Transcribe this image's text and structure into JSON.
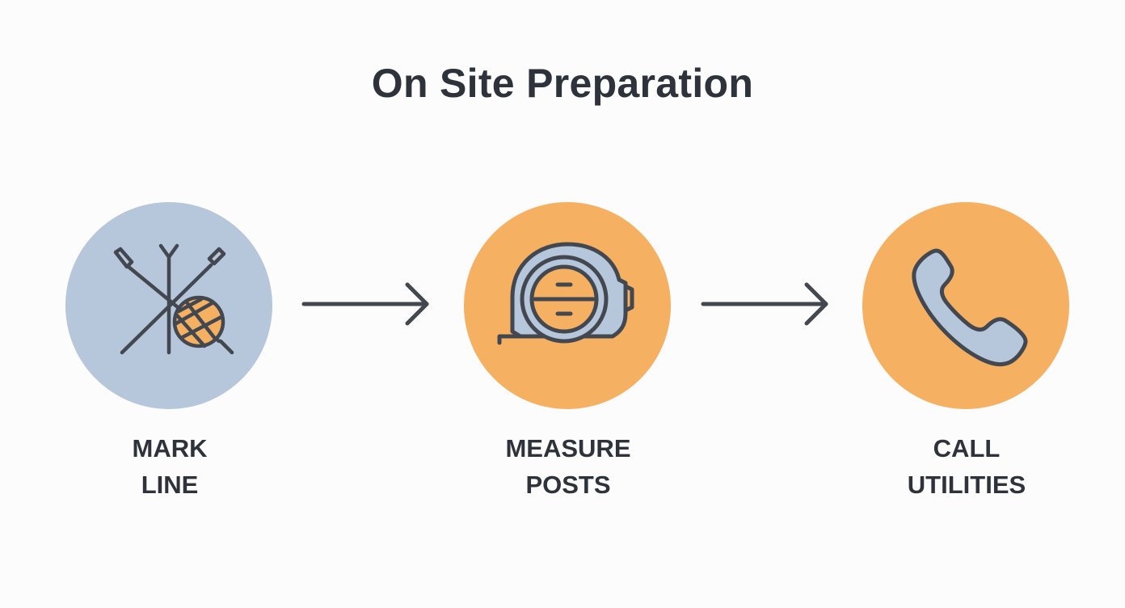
{
  "title": "On Site Preparation",
  "colors": {
    "text": "#2e333b",
    "blue_circle": "#b6c6db",
    "orange_circle": "#f6b061",
    "icon_stroke": "#434850",
    "icon_fill_blue": "#b6c6db",
    "icon_fill_orange": "#f6b061"
  },
  "steps": [
    {
      "icon": "stakes-and-string-icon",
      "circle_color": "blue",
      "label_line1": "MARK",
      "label_line2": "LINE"
    },
    {
      "icon": "tape-measure-icon",
      "circle_color": "orange",
      "label_line1": "MEASURE",
      "label_line2": "POSTS"
    },
    {
      "icon": "phone-icon",
      "circle_color": "orange",
      "label_line1": "CALL",
      "label_line2": "UTILITIES"
    }
  ],
  "connectors": [
    "right-arrow-icon",
    "right-arrow-icon"
  ]
}
